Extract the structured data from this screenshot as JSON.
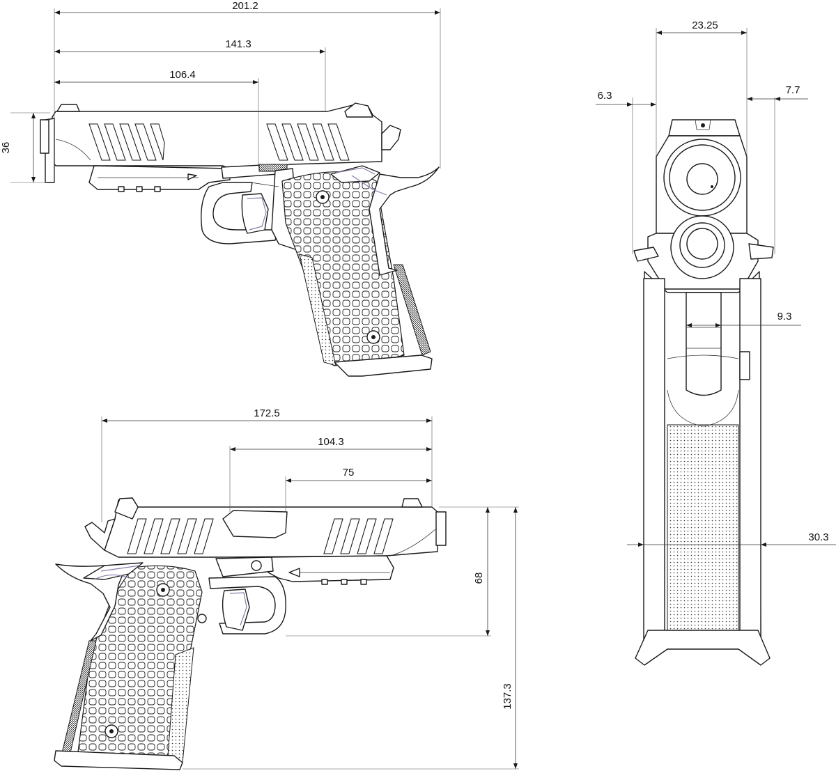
{
  "dimensions": {
    "side_right": {
      "overall_length": "201.2",
      "length_2": "141.3",
      "length_3": "106.4",
      "slide_height": "36"
    },
    "side_left": {
      "overall_length": "172.5",
      "length_2": "104.3",
      "length_3": "75",
      "frame_height": "68",
      "overall_height": "137.3"
    },
    "rear_view": {
      "slide_width": "23.25",
      "left_offset": "6.3",
      "right_offset": "7.7",
      "rail_width": "9.3",
      "grip_width": "30.3"
    }
  },
  "colors": {
    "line": "#1a1a1a",
    "accent": "#8a7aa8",
    "background": "#ffffff"
  }
}
